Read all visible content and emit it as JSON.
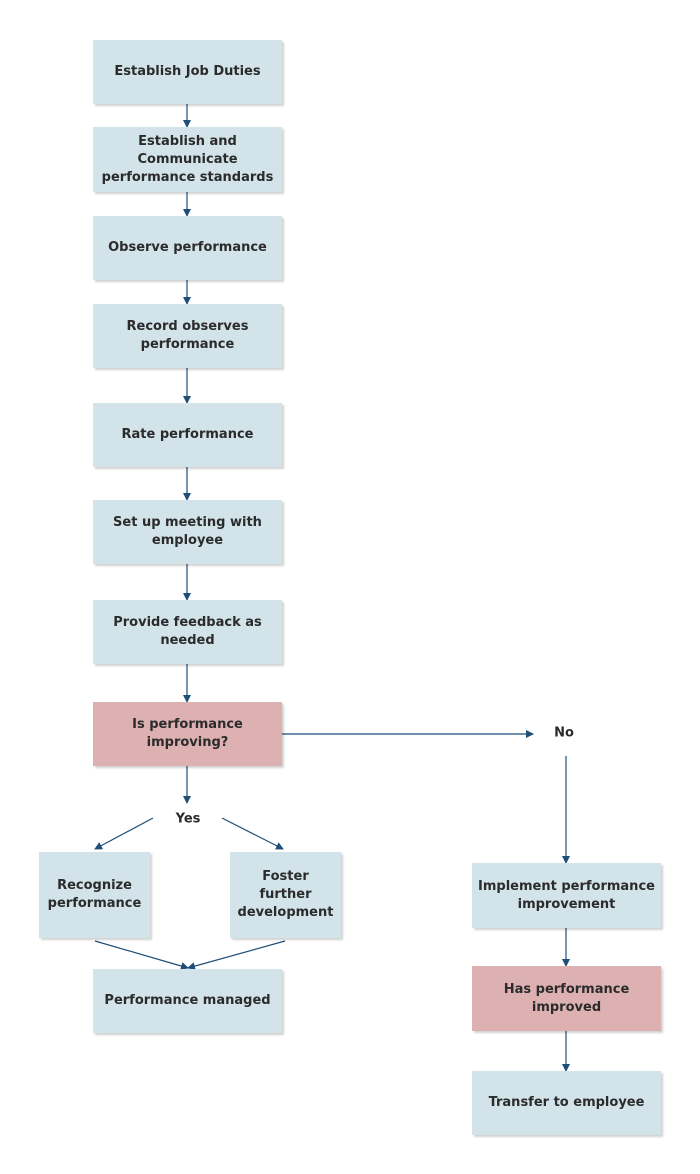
{
  "colors": {
    "process_fill": "#d3e3ea",
    "decision_fill": "#ddb1b2",
    "connector": "#1f4e79",
    "text": "#2b2b2b"
  },
  "nodes": {
    "establish_job_duties": "Establish Job Duties",
    "communicate_standards": "Establish and Communicate performance standards",
    "observe_performance": "Observe performance",
    "record_observes_performance": "Record observes performance",
    "rate_performance": "Rate performance",
    "set_up_meeting": "Set up meeting with employee",
    "provide_feedback": "Provide feedback as needed",
    "is_performance_improving": "Is performance improving?",
    "recognize_performance": "Recognize performance",
    "foster_development": "Foster further development",
    "performance_managed": "Performance managed",
    "implement_improvement": "Implement performance improvement",
    "has_performance_improved": "Has performance improved",
    "transfer_to_employee": "Transfer to employee"
  },
  "branch_labels": {
    "yes": "Yes",
    "no": "No"
  }
}
